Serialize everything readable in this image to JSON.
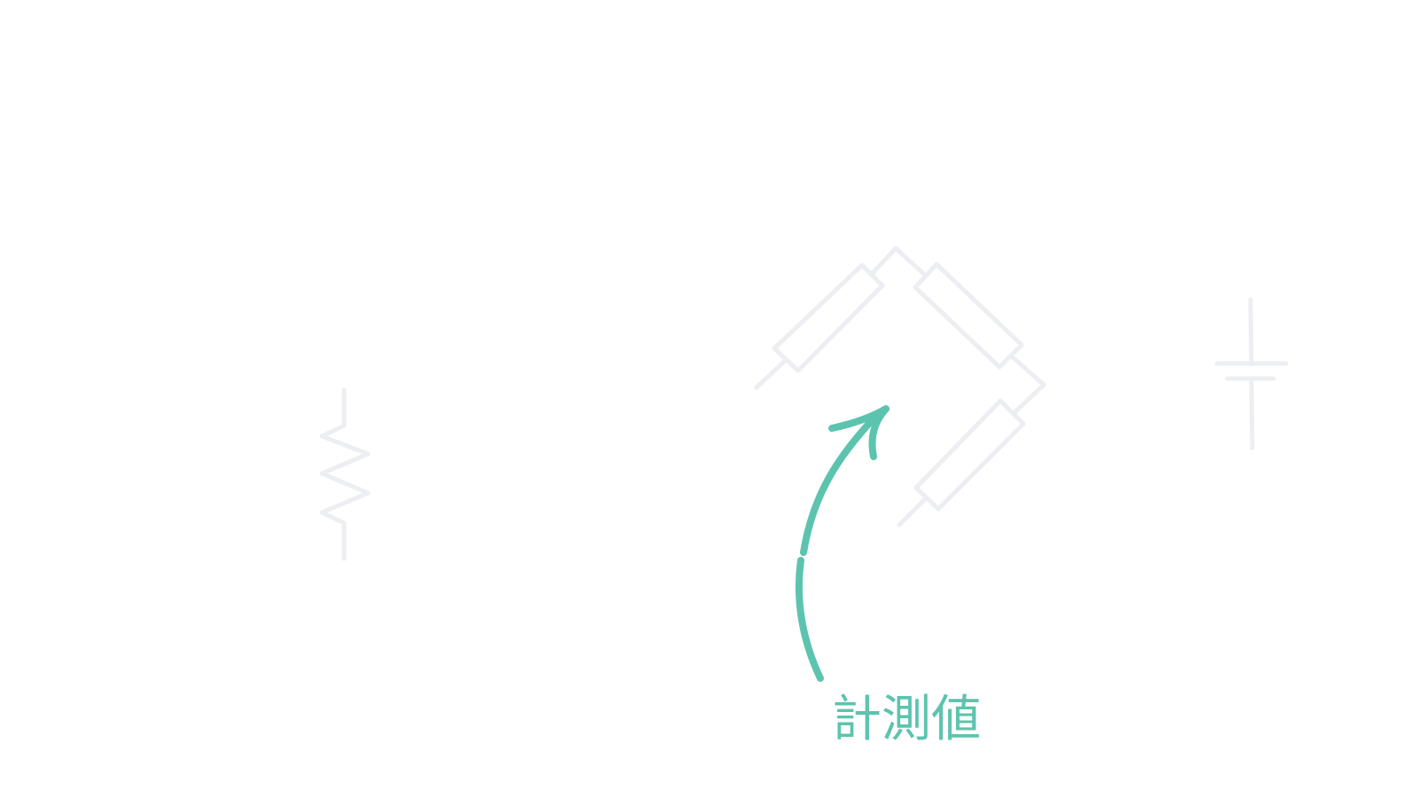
{
  "annotation": {
    "label": "計測値"
  },
  "colors": {
    "accent": "#5cc4ae",
    "faint_symbols": "#eceef2",
    "background": "#ffffff"
  },
  "symbols": [
    "resistor-zigzag",
    "resistor-bridge",
    "capacitor"
  ]
}
